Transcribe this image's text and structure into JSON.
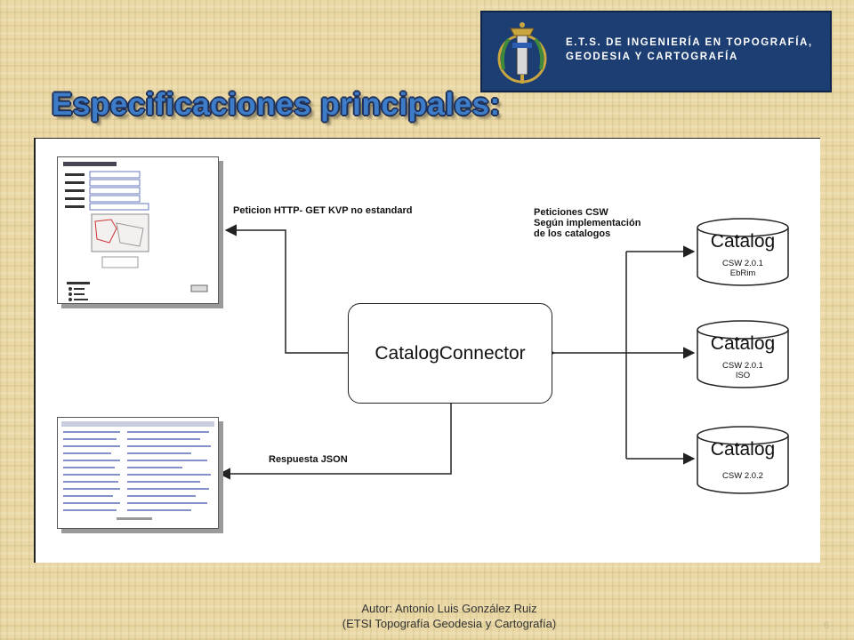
{
  "logo": {
    "line1": "E.T.S. DE INGENIERÍA EN TOPOGRAFÍA,",
    "line2": "GEODESIA Y CARTOGRAFÍA"
  },
  "slide_title": "Especificaciones principales:",
  "diagram": {
    "label_request": "Peticion  HTTP- GET KVP no estandard",
    "label_csw_line1": "Peticiones CSW",
    "label_csw_line2": "Según implementación",
    "label_csw_line3": "de los catalogos",
    "label_response": "Respuesta JSON",
    "connector": "CatalogConnector",
    "catalogs": [
      {
        "title": "Catalog",
        "version": "CSW 2.0.1",
        "profile": "EbRim"
      },
      {
        "title": "Catalog",
        "version": "CSW 2.0.1",
        "profile": "ISO"
      },
      {
        "title": "Catalog",
        "version": "CSW 2.0.2",
        "profile": ""
      }
    ]
  },
  "footer": {
    "line1": "Autor:  Antonio Luis González Ruiz",
    "line2": "(ETSI Topografía Geodesia y Cartografía)"
  },
  "page_number": "6",
  "colors": {
    "title": "#3d7cc9",
    "logo_bg": "#1c3e73",
    "background": "#ead9a6"
  }
}
